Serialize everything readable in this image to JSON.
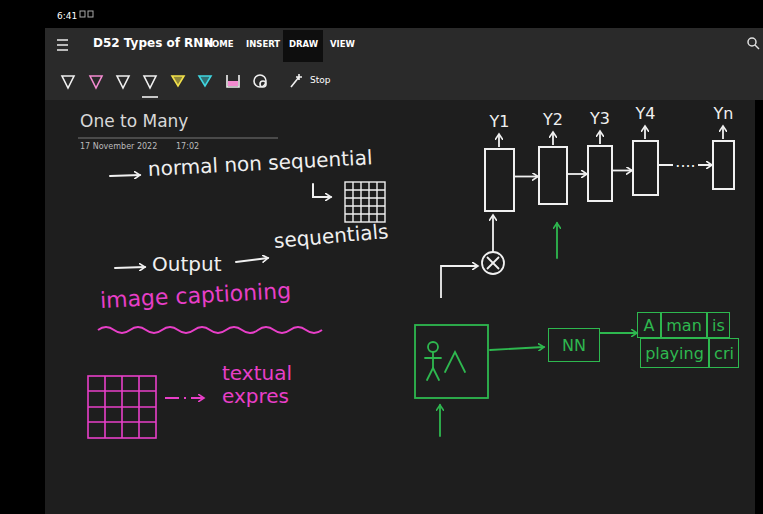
{
  "diagram": {
    "title": "One to Many",
    "nodes": [
      {
        "text": [
          "Y1"
        ]
      },
      {
        "text": [
          "Y2"
        ]
      },
      {
        "text": [
          "Y3"
        ]
      },
      {
        "text": [
          "Y4"
        ]
      },
      {
        "text": [
          "Yn"
        ]
      },
      {
        "text": [
          "NN"
        ]
      },
      {
        "text": [
          "A"
        ]
      },
      {
        "text": [
          "man"
        ]
      },
      {
        "text": [
          "is"
        ]
      },
      {
        "text": [
          "playing"
        ]
      },
      {
        "text": [
          "cri"
        ]
      }
    ],
    "edges": [
      {
        "from": 0,
        "to": 1,
        "arrow": "to"
      },
      {
        "from": 1,
        "to": 2,
        "arrow": "to"
      },
      {
        "from": 2,
        "to": 3,
        "arrow": "to"
      },
      {
        "from": 3,
        "to": 4,
        "label": "....",
        "arrow": "to"
      },
      {
        "from": 5,
        "to": 6,
        "arrow": "to"
      }
    ],
    "labels": [
      "6:41",
      "D52 Types of RNN",
      "HOME",
      "INSERT",
      "DRAW",
      "VIEW",
      "Stop",
      "17 November 2022",
      "17:02",
      "normal non sequential",
      "Output",
      "sequentials",
      "image captioning",
      "textual expres"
    ]
  }
}
